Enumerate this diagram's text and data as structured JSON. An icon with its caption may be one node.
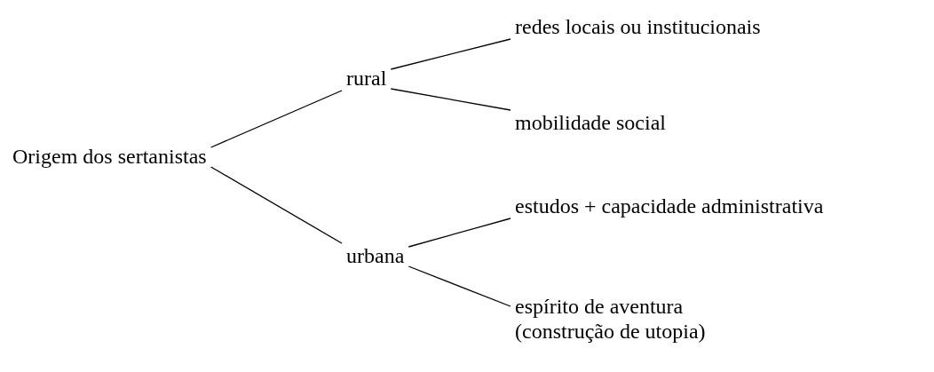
{
  "diagram": {
    "nodes": [
      {
        "text": [
          "Origem dos sertanistas"
        ]
      },
      {
        "text": [
          "rural"
        ]
      },
      {
        "text": [
          "urbana"
        ]
      },
      {
        "text": [
          "redes locais ou institucionais"
        ]
      },
      {
        "text": [
          "mobilidade social"
        ]
      },
      {
        "text": [
          "estudos + capacidade administrativa"
        ]
      },
      {
        "text": [
          "espírito de aventura (construção de utopia)"
        ]
      }
    ],
    "edges": [
      {
        "from": 0,
        "to": 1,
        "arrow": "none"
      },
      {
        "from": 0,
        "to": 2,
        "arrow": "none"
      },
      {
        "from": 1,
        "to": 3,
        "arrow": "none"
      },
      {
        "from": 1,
        "to": 4,
        "arrow": "none"
      },
      {
        "from": 2,
        "to": 5,
        "arrow": "none"
      },
      {
        "from": 2,
        "to": 6,
        "arrow": "none"
      }
    ]
  }
}
